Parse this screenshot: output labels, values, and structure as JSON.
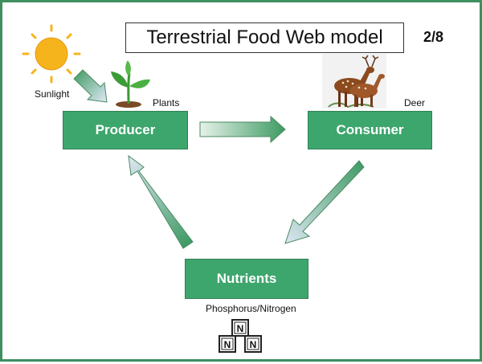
{
  "title": "Terrestrial Food Web model",
  "page_number": "2/8",
  "nodes": {
    "producer": "Producer",
    "consumer": "Consumer",
    "nutrients": "Nutrients"
  },
  "labels": {
    "sunlight": "Sunlight",
    "plants": "Plants",
    "deer": "Deer",
    "phosphorus_nitrogen": "Phosphorus/Nitrogen"
  },
  "element_tiles": [
    "N",
    "N",
    "N"
  ],
  "icons": [
    "sun-icon",
    "plant-icon",
    "deer-icon",
    "nitrogen-tiles-icon"
  ],
  "colors": {
    "node_fill": "#3da66d",
    "frame": "#3f8f5f",
    "arrow_start": "#3e9a63",
    "arrow_end": "#dde6f3",
    "sun": "#f6b41c"
  }
}
